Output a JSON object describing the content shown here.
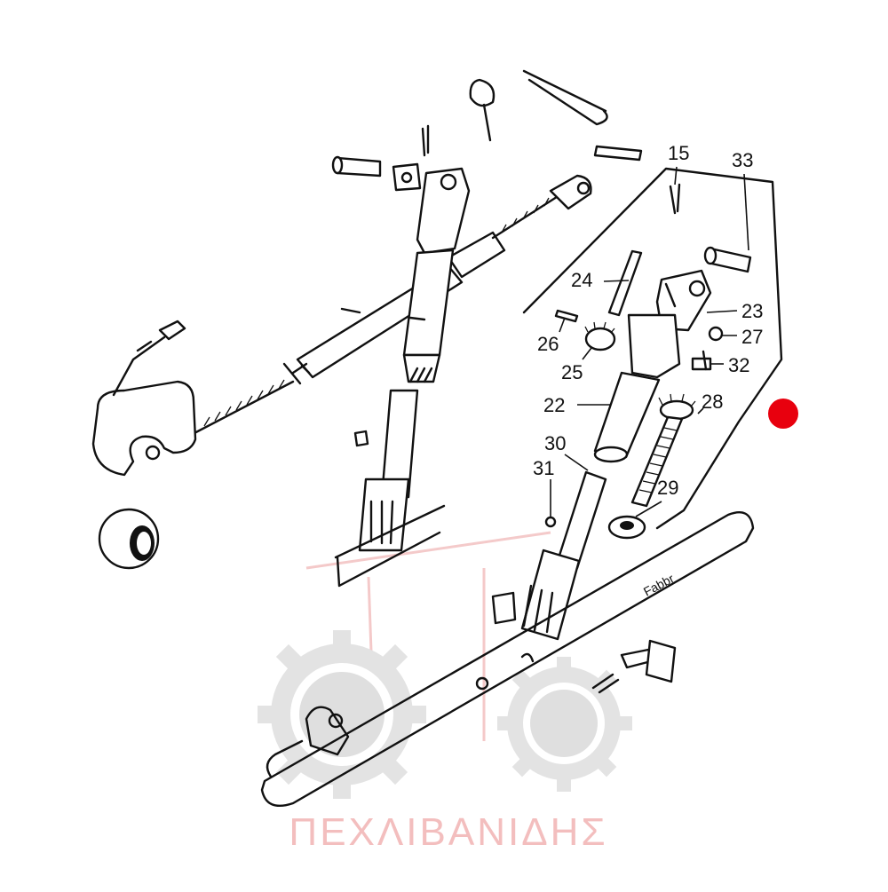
{
  "diagram": {
    "callouts": [
      {
        "id": "c15",
        "text": "15"
      },
      {
        "id": "c33",
        "text": "33"
      },
      {
        "id": "c24",
        "text": "24"
      },
      {
        "id": "c23",
        "text": "23"
      },
      {
        "id": "c26",
        "text": "26"
      },
      {
        "id": "c27",
        "text": "27"
      },
      {
        "id": "c25",
        "text": "25"
      },
      {
        "id": "c32",
        "text": "32"
      },
      {
        "id": "c22",
        "text": "22"
      },
      {
        "id": "c28",
        "text": "28"
      },
      {
        "id": "c30",
        "text": "30"
      },
      {
        "id": "c31",
        "text": "31"
      },
      {
        "id": "c29",
        "text": "29"
      }
    ],
    "marker_color": "#e8000e"
  },
  "watermark": {
    "text": "ΠΕΧΛΙΒΑΝΙΔΗΣ",
    "color": "#f2b8b8"
  },
  "stamp_text": "Fabbr"
}
